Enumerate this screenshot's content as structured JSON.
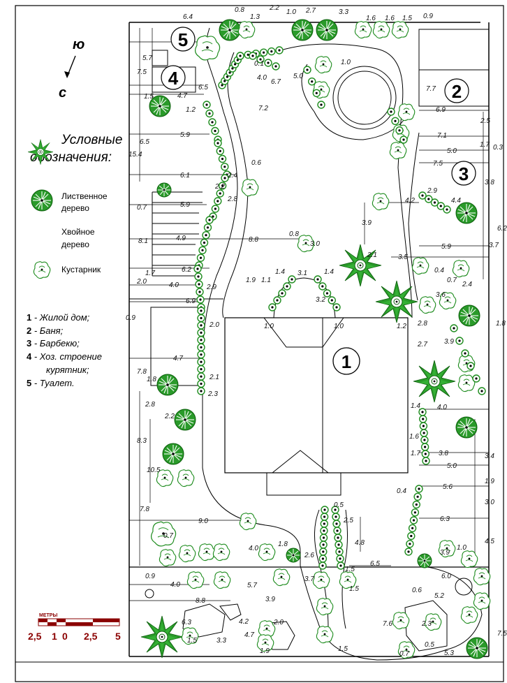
{
  "compass": {
    "south": "ю",
    "north": "с"
  },
  "legend": {
    "title_line1": "Условные",
    "title_line2": "обозначения:",
    "deciduous_line1": "Лиственное",
    "deciduous_line2": "дерево",
    "conifer_line1": "Хвойное",
    "conifer_line2": "дерево",
    "shrub": "Кустарник"
  },
  "key": [
    {
      "num": "1",
      "text": " - Жилой дом;"
    },
    {
      "num": "2",
      "text": " - Баня;"
    },
    {
      "num": "3",
      "text": " - Барбекю;"
    },
    {
      "num": "4",
      "text": " - Хоз. строение"
    },
    {
      "num": "",
      "text": "курятник;"
    },
    {
      "num": "5",
      "text": " - Туалет."
    }
  ],
  "zones": {
    "z1": "1",
    "z2": "2",
    "z3": "3",
    "z4": "4",
    "z5": "5"
  },
  "scale": {
    "title": "МЕТРЫ",
    "l1": "2,5",
    "l2": "1",
    "l3": "0",
    "l4": "2,5",
    "l5": "5"
  },
  "dims": {
    "d1": "6.4",
    "d2": "0.8",
    "d3": "1.3",
    "d4": "2.2",
    "d5": "1.0",
    "d6": "2.7",
    "d7": "3.3",
    "d8": "1.6",
    "d9": "1.6",
    "d10": "1.5",
    "d11": "0.9",
    "d12": "5.7",
    "d13": "7.5",
    "d14": "6.5",
    "d15": "4.7",
    "d16": "1.5",
    "d17": "1.2",
    "d18": "5.9",
    "d19": "6.5",
    "d20": "15.4",
    "d21": "7.2",
    "d22": "6.7",
    "d23": "5.0",
    "d24": "4.0",
    "d25": "1.0",
    "d26": "7.7",
    "d27": "6.9",
    "d28": "7.1",
    "d29": "2.5",
    "d30": "1.7",
    "d31": "0.3",
    "d32": "5.0",
    "d33": "7.5",
    "d34": "3.8",
    "d35": "6.1",
    "d36": "2.4",
    "d37": "0.6",
    "d38": "2.2",
    "d39": "2.8",
    "d40": "5.9",
    "d41": "0.7",
    "d42": "4.2",
    "d43": "2.9",
    "d44": "4.4",
    "d45": "3.9",
    "d46": "8.8",
    "d47": "0.8",
    "d48": "3.0",
    "d49": "4.9",
    "d50": "8.1",
    "d51": "1.7",
    "d52": "6.2",
    "d53": "2.0",
    "d54": "4.0",
    "d55": "1.9",
    "d56": "1.1",
    "d57": "1.4",
    "d58": "3.1",
    "d59": "1.4",
    "d60": "2.1",
    "d61": "3.5",
    "d62": "5.9",
    "d63": "3.7",
    "d64": "6.2",
    "d65": "2.9",
    "d66": "0.4",
    "d67": "0.7",
    "d68": "2.4",
    "d69": "3.6",
    "d70": "1.8",
    "d71": "6.9",
    "d72": "0.9",
    "d73": "2.0",
    "d74": "1.0",
    "d75": "3.2",
    "d76": "1.0",
    "d77": "1.2",
    "d78": "2.8",
    "d79": "2.7",
    "d80": "3.9",
    "d81": "4.7",
    "d82": "7.8",
    "d83": "2.1",
    "d84": "2.3",
    "d85": "2.8",
    "d86": "1.8",
    "d87": "2.2",
    "d88": "8.3",
    "d89": "4.0",
    "d90": "1.4",
    "d91": "1.6",
    "d92": "1.7",
    "d93": "3.8",
    "d94": "5.0",
    "d95": "3.4",
    "d96": "10.5",
    "d97": "5.6",
    "d98": "1.9",
    "d99": "0.4",
    "d100": "3.0",
    "d101": "7.8",
    "d102": "9.0",
    "d103": "6.3",
    "d104": "4.5",
    "d105": "4.0",
    "d106": "0.7",
    "d107": "1.8",
    "d108": "2.6",
    "d109": "0.5",
    "d110": "4.8",
    "d111": "6.5",
    "d112": "3.9",
    "d113": "1.0",
    "d114": "0.9",
    "d115": "4.0",
    "d116": "5.7",
    "d117": "3.7",
    "d118": "1.5",
    "d119": "6.0",
    "d120": "0.6",
    "d121": "8.8",
    "d122": "3.9",
    "d123": "6.3",
    "d124": "4.2",
    "d125": "2.0",
    "d126": "7.6",
    "d127": "2.3",
    "d128": "5.2",
    "d129": "3.3",
    "d130": "4.7",
    "d131": "5.3",
    "d132": "1.5",
    "d133": "1.9",
    "d134": "7.5",
    "d135": "0.7",
    "d136": "1.5",
    "d137": "0.5",
    "d138": "2.5",
    "d139": "1.5",
    "d140": "0.1"
  },
  "colors": {
    "plant": "#1e8c1e",
    "plant_dark": "#0b5e0b",
    "scale": "#8b0000",
    "line": "#000000"
  }
}
